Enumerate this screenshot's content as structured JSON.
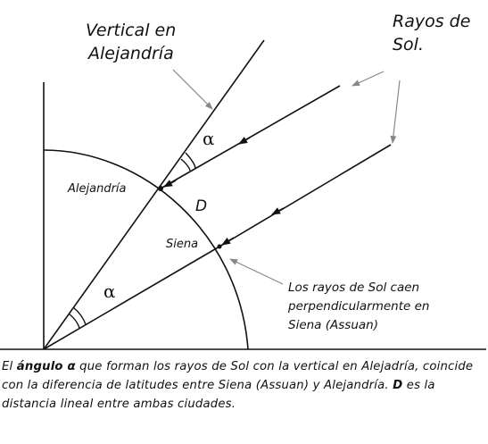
{
  "labels": {
    "vertical_line1": "Vertical en",
    "vertical_line2": "Alejandría",
    "rays_line1": "Rayos de",
    "rays_line2": "Sol.",
    "alexandria": "Alejandría",
    "siena": "Siena",
    "distance": "D",
    "alpha_top": "α",
    "alpha_center": "α",
    "note_line1": "Los rayos de Sol caen",
    "note_line2": "perpendicularmente en",
    "note_line3": "Siena (Assuan)"
  },
  "caption": {
    "p1": "El ",
    "bold_word": "ángulo α",
    "p2": " que forman los rayos de Sol con la vertical en Alejadría, coincide con la diferencia de latitudes entre Siena (Assuan) y Alejandría. ",
    "bold_d": "D",
    "p3": " es la distancia lineal entre ambas ciudades."
  },
  "colors": {
    "ink": "#111111",
    "pointer": "#888888"
  }
}
